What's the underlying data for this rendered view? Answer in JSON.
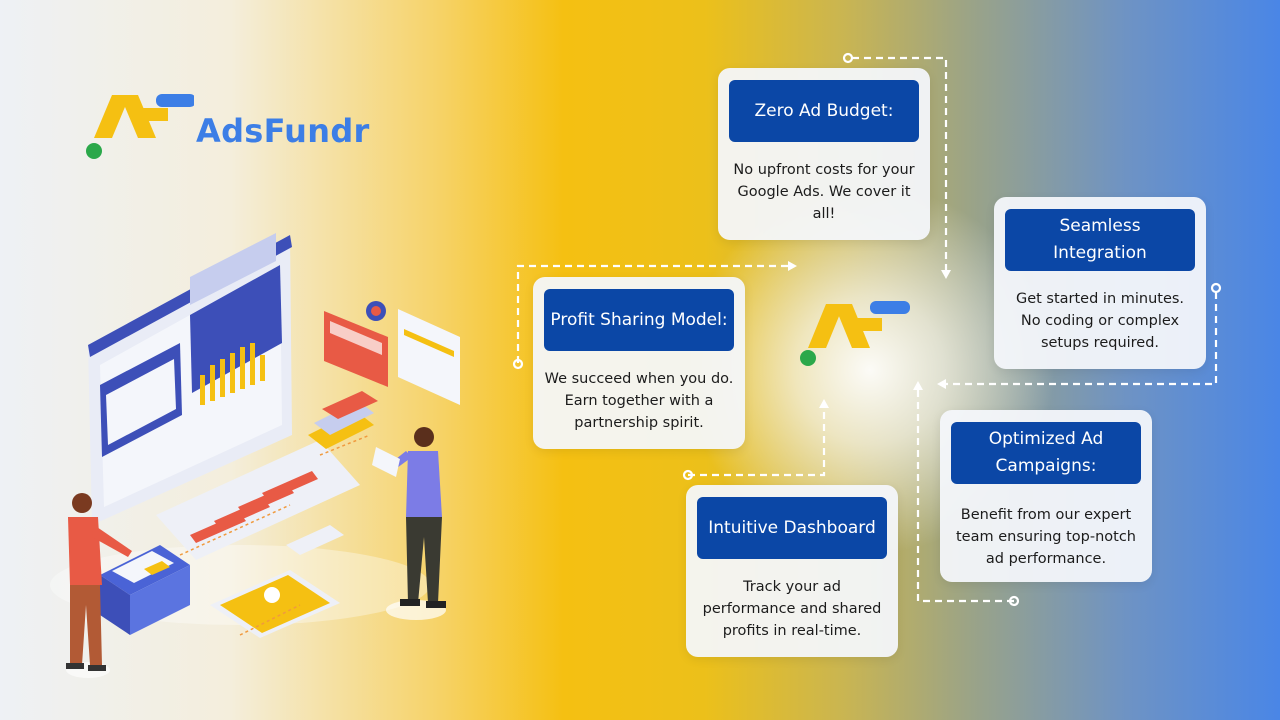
{
  "brand": {
    "name": "AdsFundr",
    "colors": {
      "blue": "#3c7ee6",
      "yellow": "#f5c012",
      "green": "#2ba84a",
      "card_title_bg": "#0b47a6"
    }
  },
  "features": [
    {
      "id": "zero-ad-budget",
      "title": "Zero Ad Budget:",
      "body": "No upfront costs for your Google Ads. We cover it all!"
    },
    {
      "id": "seamless-integration",
      "title": "Seamless Integration",
      "body": "Get started in minutes. No coding or complex setups required."
    },
    {
      "id": "profit-sharing-model",
      "title": "Profit Sharing Model:",
      "body": "We succeed when you do. Earn together with a partnership spirit."
    },
    {
      "id": "optimized-ad-campaigns",
      "title": "Optimized Ad Campaigns:",
      "body": "Benefit from our expert team ensuring top-notch ad performance."
    },
    {
      "id": "intuitive-dashboard",
      "title": "Intuitive Dashboard",
      "body": "Track your ad performance and shared profits in real-time."
    }
  ],
  "icons": [
    "adsfundr-logo-icon",
    "dashboard-illustration",
    "arrow-icon"
  ]
}
